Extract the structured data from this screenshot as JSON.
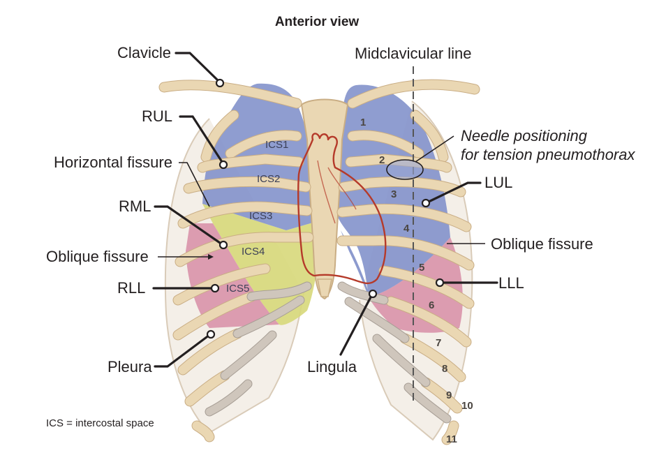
{
  "title": "Anterior view",
  "labels": {
    "clavicle": "Clavicle",
    "midclavicular_line": "Midclavicular line",
    "rul": "RUL",
    "needle_line1": "Needle positioning",
    "needle_line2": "for tension pneumothorax",
    "horizontal_fissure": "Horizontal fissure",
    "lul": "LUL",
    "rml": "RML",
    "oblique_fissure_right": "Oblique fissure",
    "oblique_fissure_left": "Oblique fissure",
    "rll": "RLL",
    "lll": "LLL",
    "pleura": "Pleura",
    "lingula": "Lingula"
  },
  "ics_labels": [
    "ICS1",
    "ICS2",
    "ICS3",
    "ICS4",
    "ICS5"
  ],
  "rib_numbers": [
    "1",
    "2",
    "3",
    "4",
    "5",
    "6",
    "7",
    "8",
    "9",
    "10",
    "11"
  ],
  "footnote": "ICS = intercostal space",
  "colors": {
    "upper_lobe": "#7f8fc9",
    "middle_lobe": "#d7d87a",
    "lower_lobe": "#d78aa4",
    "heart_outline": "#b53a2a",
    "bone": "#ead7b3",
    "cartilage": "#cfc6bc",
    "leader": "#231f20"
  }
}
